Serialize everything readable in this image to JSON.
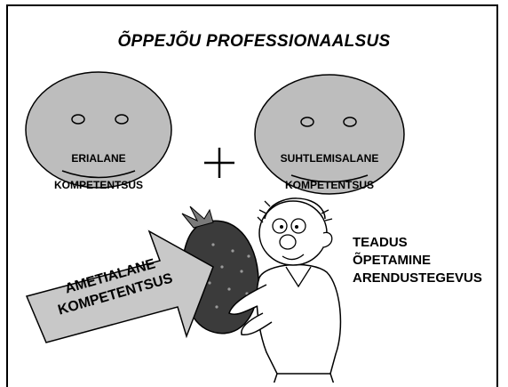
{
  "title": "ÕPPEJÕU  PROFESSIONAALSUS",
  "left_face": {
    "line1": "ERIALANE",
    "line2": "KOMPETENTSUS"
  },
  "right_face": {
    "line1": "SUHTLEMISALANE",
    "line2": "KOMPETENTSUS"
  },
  "plus_symbol": "+",
  "arrow": {
    "line1": "AMETIALANE",
    "line2": "KOMPETENTSUS"
  },
  "activities": [
    "TEADUS",
    "ÕPETAMINE",
    "ARENDUSTEGEVUS"
  ],
  "colors": {
    "face_fill": "#bdbdbd",
    "strawberry": "#3b3b3b",
    "arrow_fill": "#c8c8c8"
  }
}
